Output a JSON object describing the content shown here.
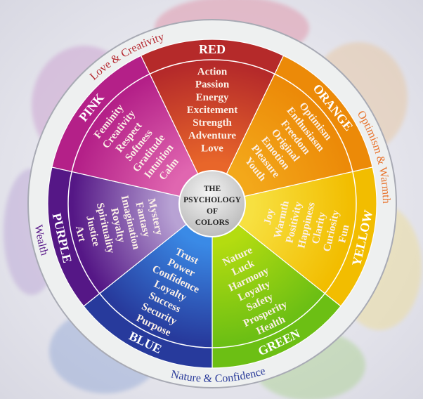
{
  "center": {
    "lines": [
      "THE",
      "PSYCHOLOGY",
      "OF",
      "COLORS"
    ]
  },
  "segments": [
    {
      "title": "RED",
      "words": [
        "Action",
        "Passion",
        "Energy",
        "Excitement",
        "Strength",
        "Adventure",
        "Love"
      ],
      "outer": "#b52a2a",
      "inner": "#e8662a",
      "flip": false
    },
    {
      "title": "ORANGE",
      "words": [
        "Optimism",
        "Enthusiasm",
        "Freedom",
        "Original",
        "Emotion",
        "Pleasure",
        "Youth"
      ],
      "outer": "#ec8a08",
      "inner": "#f3a81a",
      "flip": false
    },
    {
      "title": "YELLOW",
      "words": [
        "Joy",
        "Warmth",
        "Positivity",
        "Happiness",
        "Clarity",
        "Curiosity",
        "Fun"
      ],
      "outer": "#f2bd00",
      "inner": "#f7e040",
      "flip": true
    },
    {
      "title": "GREEN",
      "words": [
        "Nature",
        "Luck",
        "Harmony",
        "Loyalty",
        "Safety",
        "Prosperity",
        "Health"
      ],
      "outer": "#6cbf14",
      "inner": "#b4dc10",
      "flip": true
    },
    {
      "title": "BLUE",
      "words": [
        "Trust",
        "Power",
        "Confidence",
        "Loyalty",
        "Success",
        "Security",
        "Purpose"
      ],
      "outer": "#273a9c",
      "inner": "#3a8ae6",
      "flip": true
    },
    {
      "title": "PURPLE",
      "words": [
        "Mystery",
        "Fantasy",
        "Imagination",
        "Royalty",
        "Spirituality",
        "Justice",
        "Art"
      ],
      "outer": "#551786",
      "inner": "#b8a2d4",
      "flip": true
    },
    {
      "title": "PINK",
      "words": [
        "Feminity",
        "Creativity",
        "Respect",
        "Softness",
        "Gratitude",
        "Intuition",
        "Calm"
      ],
      "outer": "#b42088",
      "inner": "#e066b0",
      "flip": false
    }
  ],
  "ring_labels": [
    {
      "text": "Love & Creativity",
      "color": "#b5282f",
      "angle": -30,
      "dir": "cw"
    },
    {
      "text": "Optimism & Warmth",
      "color": "#e8722a",
      "angle": 74,
      "dir": "cw"
    },
    {
      "text": "Nature & Confidence",
      "color": "#2a3b9a",
      "angle": 178,
      "dir": "ccw"
    },
    {
      "text": "Wealth",
      "color": "#5a1a8a",
      "angle": 258,
      "dir": "ccw"
    }
  ]
}
